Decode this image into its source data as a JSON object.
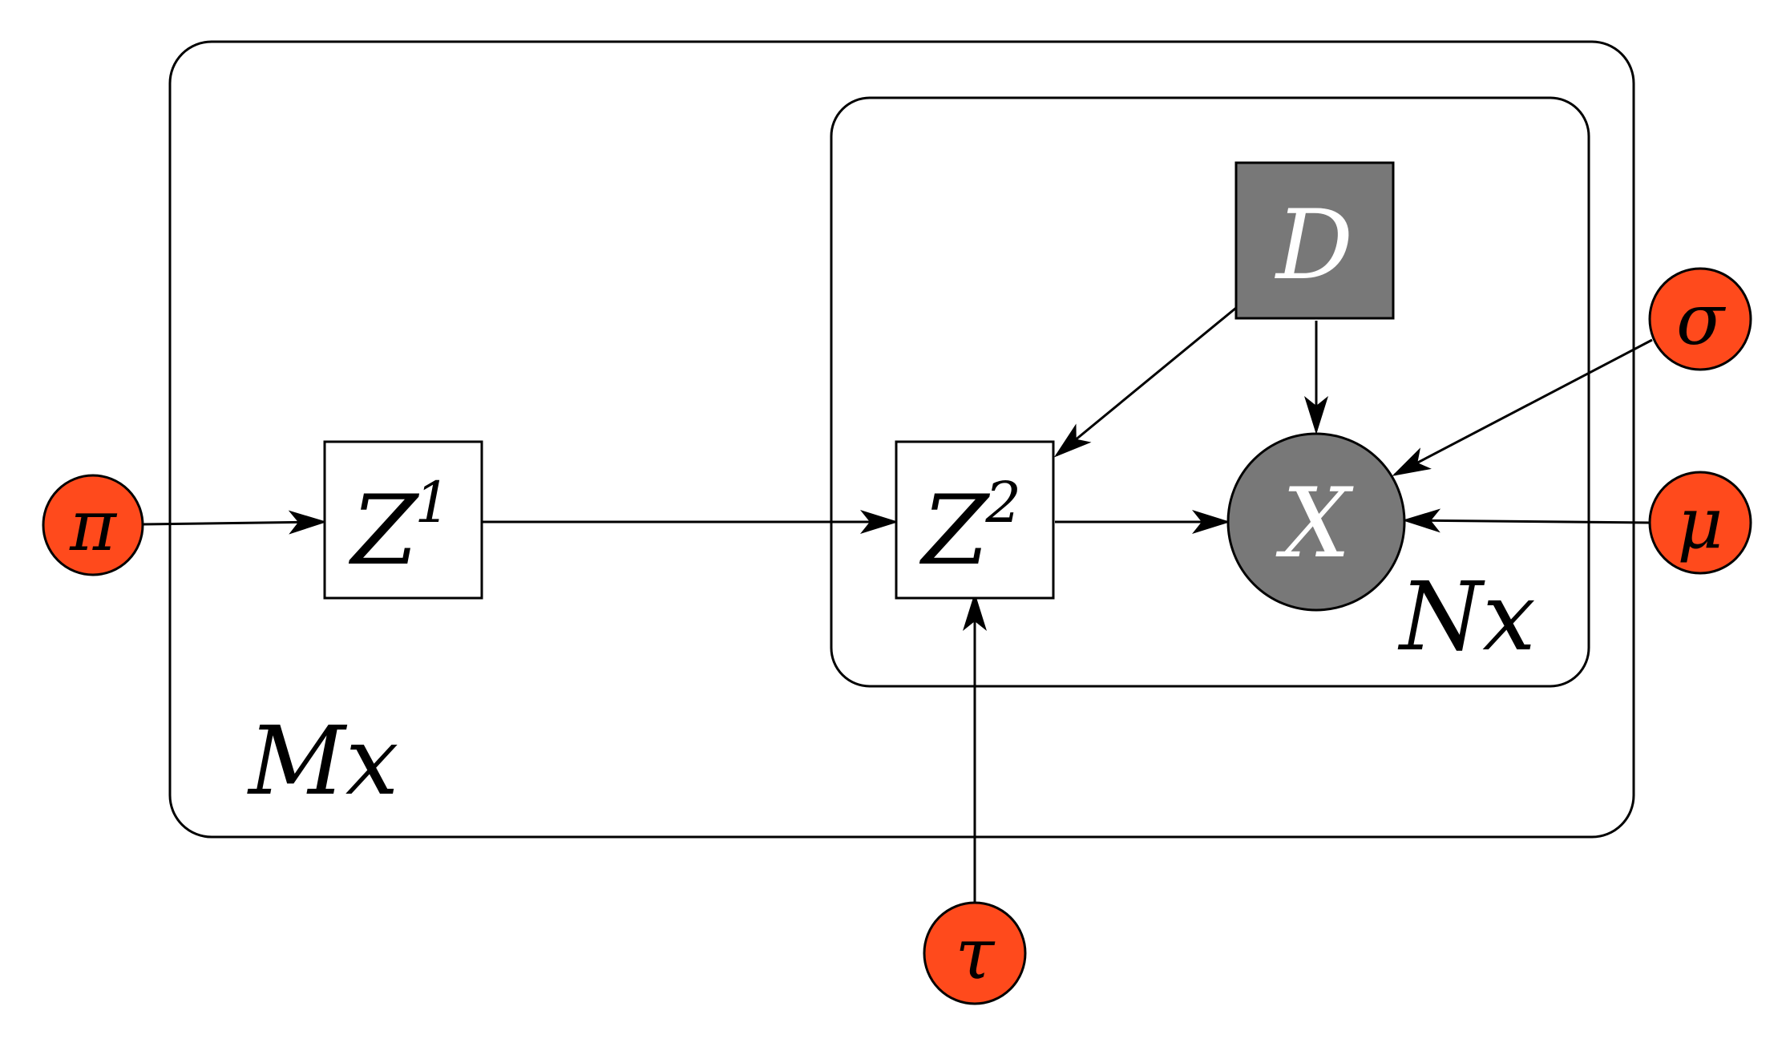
{
  "colors": {
    "parameter_fill": "#ff4a1c",
    "observed_fill": "#787878",
    "stroke": "#000000",
    "background": "#ffffff"
  },
  "plates": {
    "outer": {
      "label": "Mx"
    },
    "inner": {
      "label": "Nx"
    }
  },
  "nodes": {
    "z1": {
      "base": "Z",
      "superscript": "1"
    },
    "z2": {
      "base": "Z",
      "superscript": "2"
    },
    "d": {
      "label": "D"
    },
    "x": {
      "label": "X"
    }
  },
  "parameters": {
    "pi": {
      "label": "π"
    },
    "tau": {
      "label": "τ"
    },
    "sigma": {
      "label": "σ"
    },
    "mu": {
      "label": "μ"
    }
  }
}
